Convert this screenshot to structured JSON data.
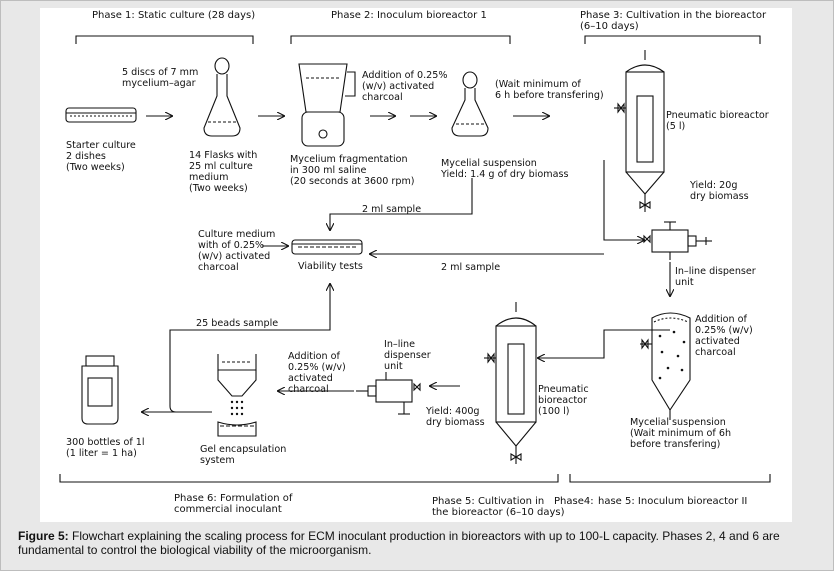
{
  "phases": {
    "p1": "Phase 1: Static culture (28 days)",
    "p2": "Phase 2: Inoculum bioreactor 1",
    "p3": "Phase 3: Cultivation in the bioreactor\n(6–10 days)",
    "p4_overlap": "Phase4:",
    "p5_inoculum": "hase 5: Inoculum bioreactor II",
    "p5_cultivation": "Phase 5: Cultivation in\nthe bioreactor (6–10 days)",
    "p6": "Phase 6: Formulation of\ncommercial inoculant"
  },
  "labels": {
    "discs": "5 discs of 7 mm\nmycelium–agar",
    "starter": "Starter culture\n2 dishes\n(Two weeks)",
    "flasks": "14 Flasks with\n25 ml culture\nmedium\n(Two weeks)",
    "fragmentation": "Mycelium fragmentation\nin 300 ml saline\n(20 seconds at 3600 rpm)",
    "charcoal_add1": "Addition of 0.25%\n(w/v) activated\ncharcoal",
    "suspension1": "Mycelial suspension\nYield: 1.4 g of dry biomass",
    "wait1": "(Wait minimum of\n6 h before transfering)",
    "pneumatic5": "Pneumatic bioreactor\n(5 l)",
    "yield20": "Yield: 20g\ndry biomass",
    "sample_top": "2 ml sample",
    "culture_medium": "Culture medium\nwith of 0.25%\n(w/v) activated\ncharcoal",
    "viability": "Viability tests",
    "sample_mid": "2 ml sample",
    "dispenser_right": "In–line dispenser\nunit",
    "charcoal_add_right": "Addition of\n0.25% (w/v)\nactivated\ncharcoal",
    "suspension2": "Mycelial suspension\n(Wait minimum of 6h\nbefore transfering)",
    "beads": "25 beads sample",
    "charcoal_add_mid": "Addition of\n0.25% (w/v)\nactivated\ncharcoal",
    "dispenser_mid": "In–line\ndispenser\nunit",
    "pneumatic100": "Pneumatic\nbioreactor\n(100 l)",
    "yield400": "Yield: 400g\ndry biomass",
    "bottles": "300 bottles of 1l\n(1 liter = 1 ha)",
    "gel": "Gel encapsulation\nsystem"
  },
  "caption": {
    "label": "Figure 5:",
    "text": " Flowchart explaining the scaling process for ECM inoculant production in bioreactors with up to 100-L capacity. Phases 2, 4 and 6 are fundamental to control the biological viability of the microorganism."
  }
}
